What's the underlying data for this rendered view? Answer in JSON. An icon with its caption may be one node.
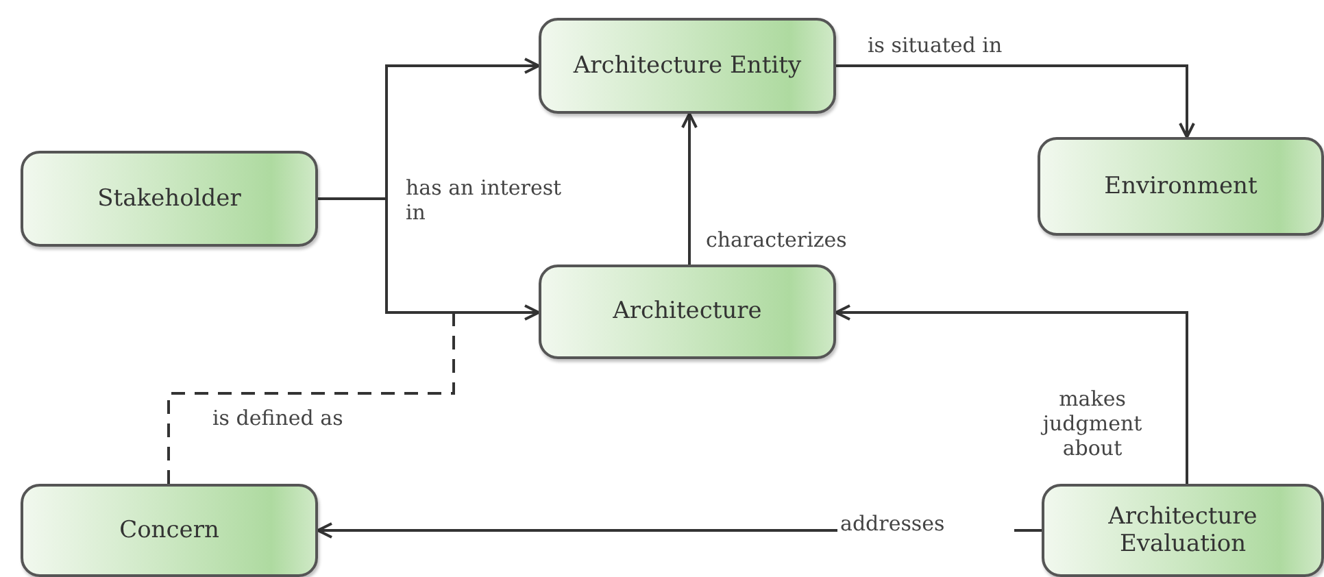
{
  "diagram": {
    "nodes": [
      {
        "text": [
          "Stakeholder"
        ]
      },
      {
        "text": [
          "Architecture Entity"
        ]
      },
      {
        "text": [
          "Environment"
        ]
      },
      {
        "text": [
          "Architecture"
        ]
      },
      {
        "text": [
          "Concern"
        ]
      },
      {
        "text": [
          "Architecture Evaluation"
        ]
      }
    ],
    "edges": [
      {
        "from": 0,
        "to": 1,
        "arrow": "to",
        "label": "has an interest in"
      },
      {
        "from": 0,
        "to": 3,
        "arrow": "to"
      },
      {
        "from": 3,
        "to": 1,
        "arrow": "to",
        "label": "characterizes"
      },
      {
        "from": 1,
        "to": 2,
        "arrow": "to",
        "label": "is situated in"
      },
      {
        "from": 4,
        "to": null,
        "arrow": "none",
        "label": "is defined as",
        "style": "dashed"
      },
      {
        "from": 5,
        "to": 3,
        "arrow": "to",
        "label": "makes judgment about"
      },
      {
        "from": 5,
        "to": 4,
        "arrow": "to",
        "label": "addresses"
      }
    ]
  }
}
